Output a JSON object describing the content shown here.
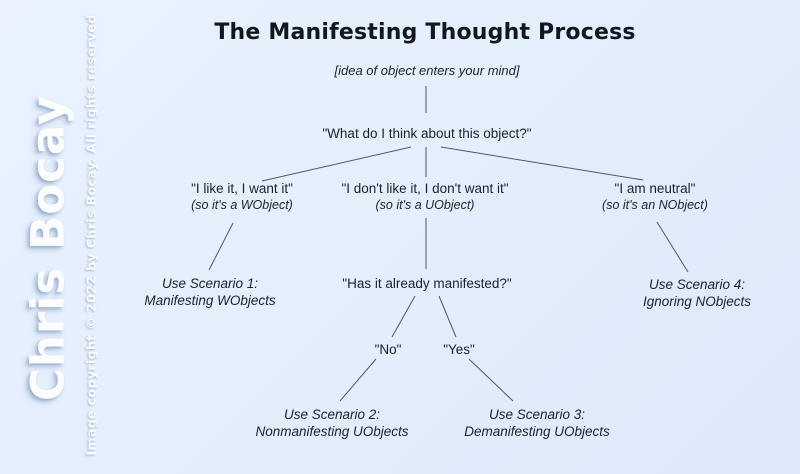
{
  "colors": {
    "background": "#e3eefc",
    "text": "#1b212c",
    "connector_line": "#4c586b",
    "watermark": "#ffffff"
  },
  "watermark": {
    "brand": "Chris Bocay",
    "copyright": "Image copyright © 2022 by Chris Bocay. All rights reserved"
  },
  "title": "The Manifesting Thought Process",
  "nodes": {
    "idea": "[idea of object enters your mind]",
    "question1": "\"What do I think about this object?\"",
    "like": {
      "main": "\"I like it, I want it\"",
      "sub": "(so it's a WObject)"
    },
    "dislike": {
      "main": "\"I don't like it, I don't want it\"",
      "sub": "(so it's a UObject)"
    },
    "neutral": {
      "main": "\"I am neutral\"",
      "sub": "(so it's an NObject)"
    },
    "scenario1": {
      "line1": "Use Scenario 1:",
      "line2": "Manifesting WObjects"
    },
    "question2": "\"Has it already manifested?\"",
    "scenario4": {
      "line1": "Use Scenario 4:",
      "line2": "Ignoring NObjects"
    },
    "no": "\"No\"",
    "yes": "\"Yes\"",
    "scenario2": {
      "line1": "Use Scenario 2:",
      "line2": "Nonmanifesting UObjects"
    },
    "scenario3": {
      "line1": "Use Scenario 3:",
      "line2": "Demanifesting UObjects"
    }
  }
}
